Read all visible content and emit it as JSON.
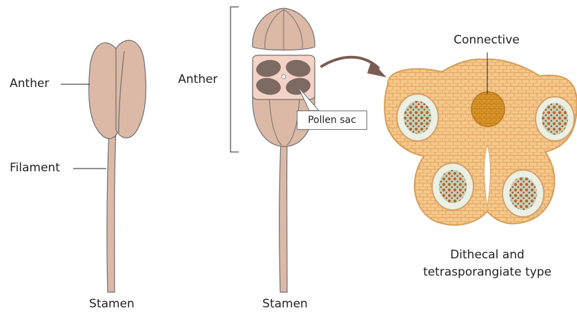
{
  "labels": {
    "anther_left": "Anther",
    "filament": "Filament",
    "stamen_left": "Stamen",
    "anther_middle": "Anther",
    "pollen_sac": "Pollen sac",
    "stamen_middle": "Stamen",
    "connective": "Connective",
    "caption_line1": "Dithecal and",
    "caption_line2": "tetrasporangiate type"
  },
  "colors": {
    "anther_fill": "#dcb9a6",
    "anther_stroke": "#6d6e71",
    "cross_section_light": "#f4d3c6",
    "pollen_sac_fill": "#7d6a63",
    "arrow": "#7a5d52",
    "tissue_fill": "#f6c98a",
    "tissue_cell_line": "#d99a55",
    "connective_fill": "#d89525",
    "sporogenous_fill": "#b9c7b4"
  }
}
